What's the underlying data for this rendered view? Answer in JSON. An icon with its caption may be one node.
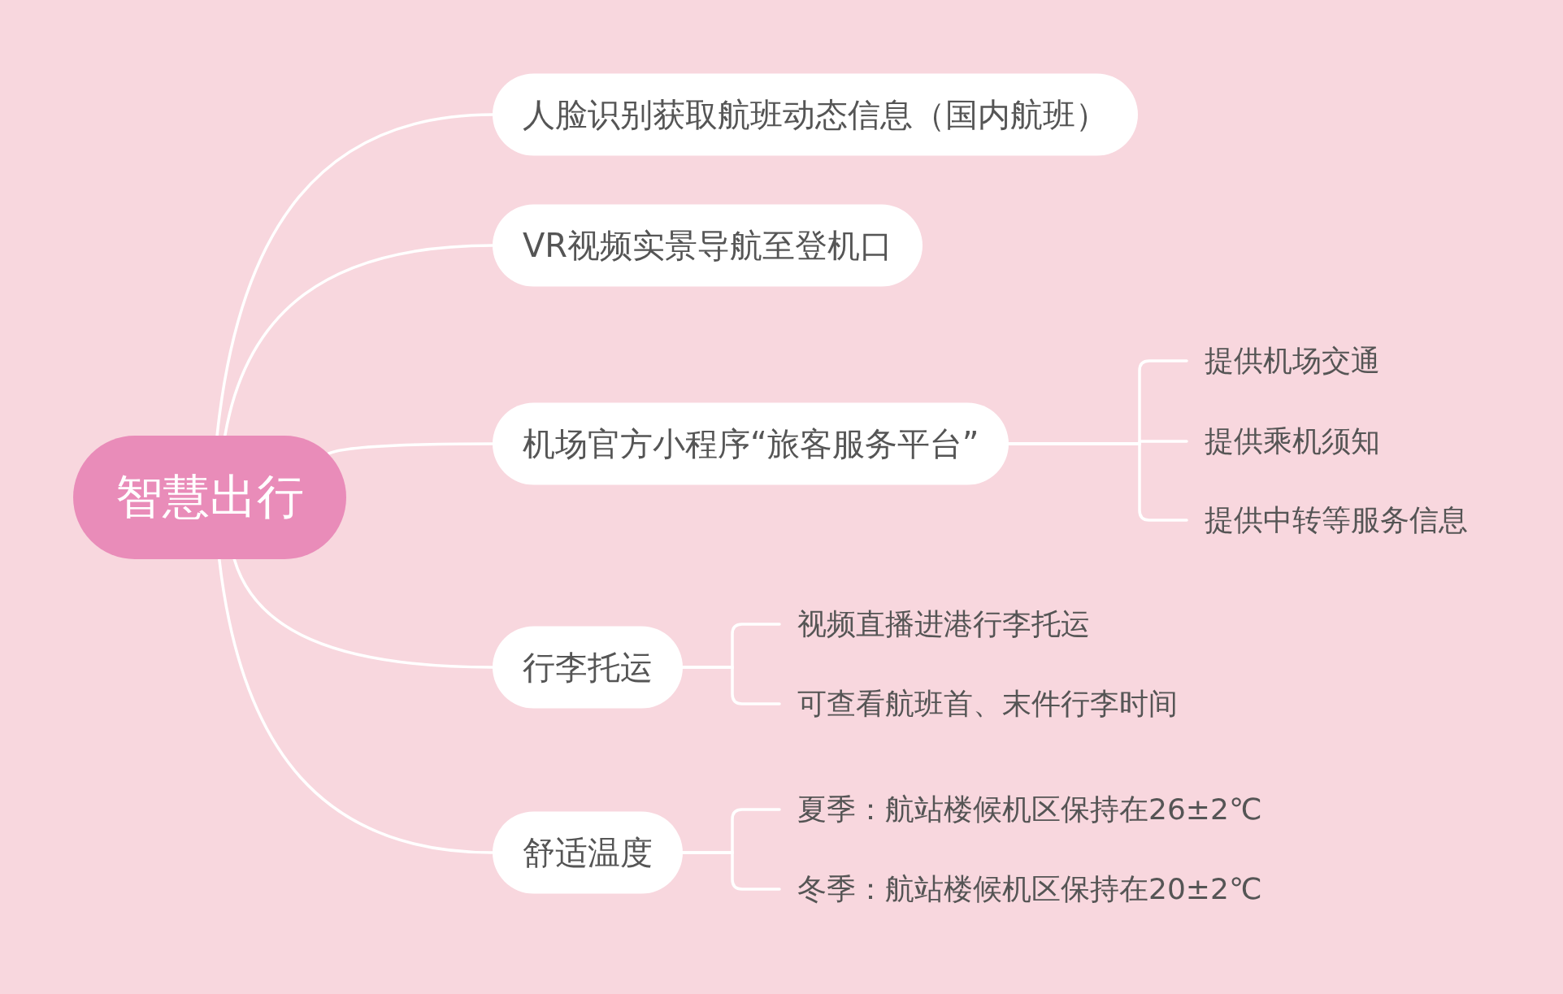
{
  "diagram": {
    "nodes": [
      {
        "text": [
          "智慧出行"
        ]
      },
      {
        "text": [
          "人脸识别获取航班动态信息（国内航班）"
        ]
      },
      {
        "text": [
          "VR视频实景导航至登机口"
        ]
      },
      {
        "text": [
          "机场官方小程序“旅客服务平台”"
        ]
      },
      {
        "text": [
          "提供机场交通"
        ]
      },
      {
        "text": [
          "提供乘机须知"
        ]
      },
      {
        "text": [
          "提供中转等服务信息"
        ]
      },
      {
        "text": [
          "行李托运"
        ]
      },
      {
        "text": [
          "视频直播进港行李托运"
        ]
      },
      {
        "text": [
          "可查看航班首、末件行李时间"
        ]
      },
      {
        "text": [
          "舒适温度"
        ]
      },
      {
        "text": [
          "夏季：航站楼候机区保持在26±2℃"
        ]
      },
      {
        "text": [
          "冬季：航站楼候机区保持在20±2℃"
        ]
      }
    ],
    "edges": [
      {
        "from": 0,
        "to": 1,
        "arrow": "none"
      },
      {
        "from": 0,
        "to": 2,
        "arrow": "none"
      },
      {
        "from": 0,
        "to": 3,
        "arrow": "none"
      },
      {
        "from": 0,
        "to": 7,
        "arrow": "none"
      },
      {
        "from": 0,
        "to": 10,
        "arrow": "none"
      },
      {
        "from": 3,
        "to": 4,
        "arrow": "none"
      },
      {
        "from": 3,
        "to": 5,
        "arrow": "none"
      },
      {
        "from": 3,
        "to": 6,
        "arrow": "none"
      },
      {
        "from": 7,
        "to": 8,
        "arrow": "none"
      },
      {
        "from": 7,
        "to": 9,
        "arrow": "none"
      },
      {
        "from": 10,
        "to": 11,
        "arrow": "none"
      },
      {
        "from": 10,
        "to": 12,
        "arrow": "none"
      }
    ]
  }
}
